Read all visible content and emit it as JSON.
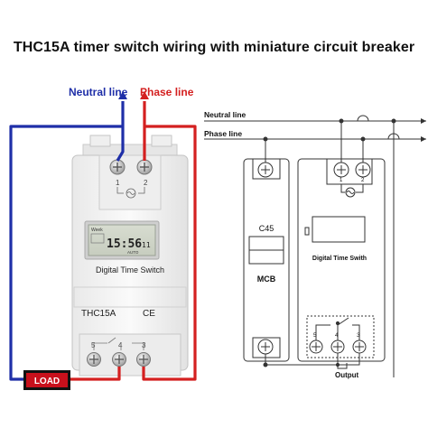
{
  "title": "THC15A timer switch wiring with miniature circuit breaker",
  "photo": {
    "neutral_label": "Neutral line",
    "phase_label": "Phase line",
    "top_terminals": [
      "1",
      "2"
    ],
    "bottom_terminals": [
      "5",
      "4",
      "3"
    ],
    "lcd_week": "Week",
    "lcd_time": "15:56",
    "lcd_seconds": "11",
    "lcd_mode": "AUTO",
    "device_name": "Digital Time Switch",
    "model": "THC15A",
    "ce_mark": "CE",
    "load_label": "LOAD"
  },
  "schematic": {
    "neutral_label": "Neutral line",
    "phase_label": "Phase line",
    "breaker_model": "C45",
    "breaker_name": "MCB",
    "timer_name": "Digital Time Swith",
    "top_terminals": [
      "1",
      "2"
    ],
    "bottom_terminals": [
      "5",
      "4",
      "3"
    ],
    "output_label": "Output"
  },
  "colors": {
    "neutral": "#1f2fa8",
    "phase": "#d42020",
    "load_bg": "#c8101c"
  }
}
